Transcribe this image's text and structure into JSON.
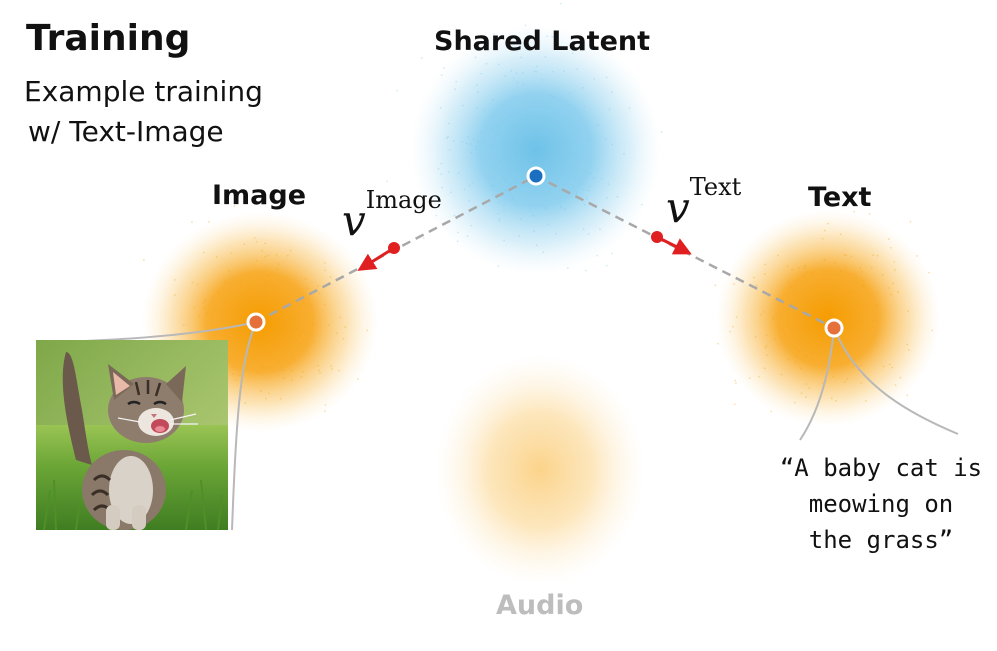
{
  "header": {
    "title": "Training",
    "subtitle_line1": "Example training",
    "subtitle_line2": "w/ Text-Image"
  },
  "distributions": {
    "shared": {
      "label": "Shared Latent",
      "color": "#7cc8ea"
    },
    "image": {
      "label": "Image",
      "color": "#f7a214"
    },
    "text": {
      "label": "Text",
      "color": "#f7a214"
    },
    "audio": {
      "label": "Audio",
      "color": "#fbd78c"
    }
  },
  "vectors": {
    "image": {
      "symbol": "v",
      "superscript": "Image"
    },
    "text": {
      "symbol": "v",
      "superscript": "Text"
    }
  },
  "caption": {
    "line1": "“A baby cat is",
    "line2": "meowing on",
    "line3": "the grass”"
  },
  "colors": {
    "arrow": "#e02020",
    "dashed_line": "#a8a8a8",
    "shared_point": "#1a6fc1",
    "modality_point": "#e5703a"
  },
  "image_content": "kitten-photo"
}
